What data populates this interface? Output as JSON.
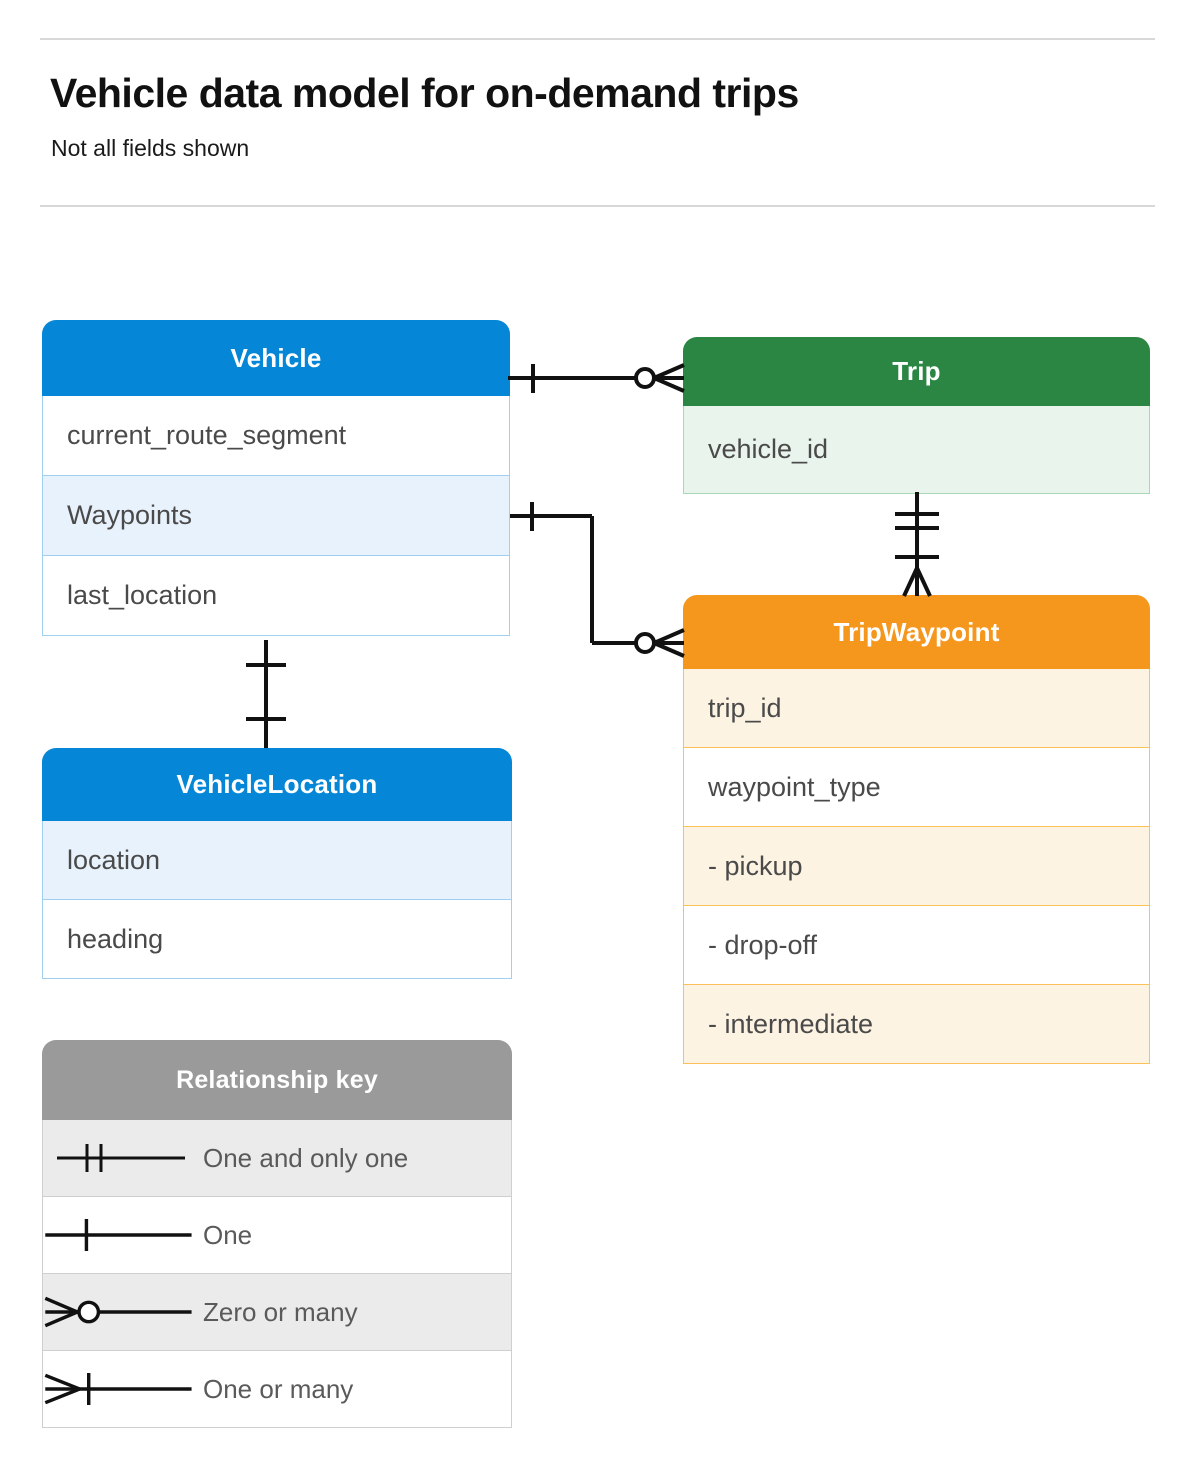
{
  "header": {
    "title": "Vehicle data model for on-demand trips",
    "subtitle": "Not all fields shown"
  },
  "colors": {
    "blue": "#0586d6",
    "blue_row": "#e8f2fc",
    "blue_border": "#9fd0f2",
    "green": "#2b8644",
    "green_row": "#e9f4ec",
    "green_border": "#a9d8b6",
    "orange": "#f6971d",
    "orange_row": "#fdf3e2",
    "orange_border": "#f9c157",
    "gray": "#9a9a9a",
    "gray_row": "#ebebeb",
    "line": "#111111",
    "rule": "#d8d8d8",
    "field_text": "#4a4a4a"
  },
  "entities": [
    {
      "name": "Vehicle",
      "theme": "blue",
      "fields": [
        {
          "label": "current_route_segment",
          "shaded": false
        },
        {
          "label": "Waypoints",
          "shaded": true
        },
        {
          "label": "last_location",
          "shaded": false
        }
      ]
    },
    {
      "name": "VehicleLocation",
      "theme": "blue",
      "fields": [
        {
          "label": "location",
          "shaded": true
        },
        {
          "label": "heading",
          "shaded": false
        }
      ]
    },
    {
      "name": "Trip",
      "theme": "green",
      "fields": [
        {
          "label": "vehicle_id",
          "shaded": true
        }
      ]
    },
    {
      "name": "TripWaypoint",
      "theme": "orange",
      "fields": [
        {
          "label": "trip_id",
          "shaded": true
        },
        {
          "label": "waypoint_type",
          "shaded": false
        },
        {
          "label": "- pickup",
          "shaded": true
        },
        {
          "label": "- drop-off",
          "shaded": false
        },
        {
          "label": "- intermediate",
          "shaded": true
        }
      ]
    }
  ],
  "legend": {
    "title": "Relationship key",
    "items": [
      {
        "label": "One and only one",
        "symbol": "one-and-only-one-symbol",
        "shaded": true
      },
      {
        "label": "One",
        "symbol": "one-symbol",
        "shaded": false
      },
      {
        "label": "Zero or many",
        "symbol": "zero-or-many-symbol",
        "shaded": true
      },
      {
        "label": "One or many",
        "symbol": "one-or-many-symbol",
        "shaded": false
      }
    ]
  },
  "relationships": [
    {
      "from": "Vehicle",
      "from_cardinality": "One",
      "to": "Trip",
      "to_cardinality": "Zero or many"
    },
    {
      "from": "Vehicle.Waypoints",
      "from_cardinality": "One",
      "to": "TripWaypoint",
      "to_cardinality": "Zero or many"
    },
    {
      "from": "Trip",
      "from_cardinality": "One and only one",
      "to": "TripWaypoint",
      "to_cardinality": "One or many"
    },
    {
      "from": "Vehicle",
      "from_cardinality": "One",
      "to": "VehicleLocation",
      "to_cardinality": "One"
    }
  ]
}
